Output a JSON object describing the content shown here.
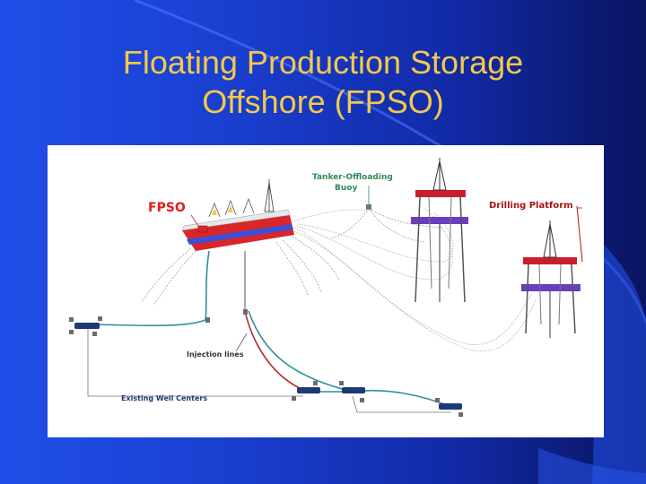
{
  "slide": {
    "title_line1": "Floating Production Storage",
    "title_line2": "Offshore (FPSO)"
  },
  "diagram": {
    "labels": {
      "fpso": "FPSO",
      "tanker_buoy_1": "Tanker-Offloading",
      "tanker_buoy_2": "Buoy",
      "drilling_platform": "Drilling Platform",
      "injection_lines": "Injection lines",
      "existing_well_centers": "Existing Well Centers"
    },
    "colors": {
      "fpso_label": "#e0201b",
      "buoy_label": "#2e8b57",
      "platform_label": "#b01010",
      "line_label": "#333333",
      "hull_red": "#d8262a",
      "hull_blue": "#3d4fd6",
      "riser_teal": "#2f8fa0",
      "flowline_red": "#b52b2b",
      "mooring_gray": "#9aa0a6"
    }
  }
}
